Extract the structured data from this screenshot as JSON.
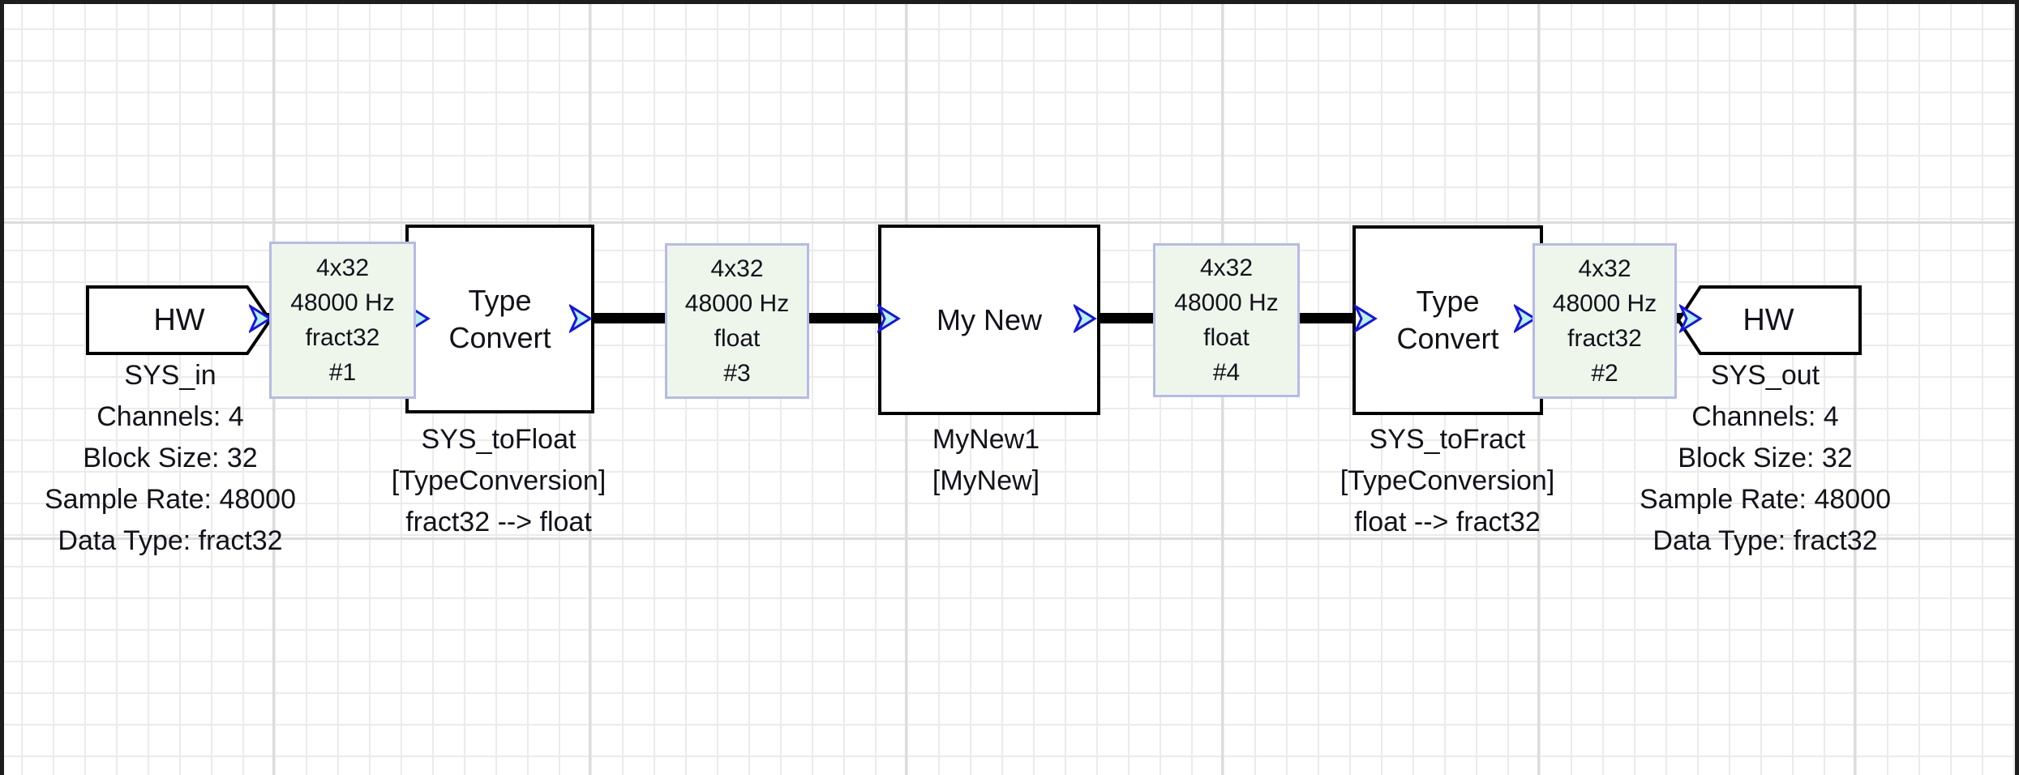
{
  "colors": {
    "wire": "#000000",
    "block_border": "#000000",
    "block_fill": "#ffffff",
    "wirebox_fill": "#eef6ec",
    "wirebox_border": "#b6bae8",
    "port_fill": "#b8f2e8",
    "port_border": "#1414e8",
    "grid_minor": "#ebebeb",
    "grid_major": "#dcdcdc"
  },
  "nodes": {
    "sys_in": {
      "title": "HW",
      "name": "SYS_in",
      "props": [
        "Channels: 4",
        "Block Size: 32",
        "Sample Rate: 48000",
        "Data Type: fract32"
      ]
    },
    "sys_to_float": {
      "title": [
        "Type",
        "Convert"
      ],
      "name": "SYS_toFloat",
      "module": "[TypeConversion]",
      "conversion": "fract32 --> float"
    },
    "my_new": {
      "title": "My New",
      "name": "MyNew1",
      "module": "[MyNew]"
    },
    "sys_to_fract": {
      "title": [
        "Type",
        "Convert"
      ],
      "name": "SYS_toFract",
      "module": "[TypeConversion]",
      "conversion": "float --> fract32"
    },
    "sys_out": {
      "title": "HW",
      "name": "SYS_out",
      "props": [
        "Channels: 4",
        "Block Size: 32",
        "Sample Rate: 48000",
        "Data Type: fract32"
      ]
    }
  },
  "wires": {
    "wire1": {
      "dims": "4x32",
      "rate": "48000 Hz",
      "dtype": "fract32",
      "id": "#1"
    },
    "wire3": {
      "dims": "4x32",
      "rate": "48000 Hz",
      "dtype": "float",
      "id": "#3"
    },
    "wire4": {
      "dims": "4x32",
      "rate": "48000 Hz",
      "dtype": "float",
      "id": "#4"
    },
    "wire2": {
      "dims": "4x32",
      "rate": "48000 Hz",
      "dtype": "fract32",
      "id": "#2"
    }
  }
}
